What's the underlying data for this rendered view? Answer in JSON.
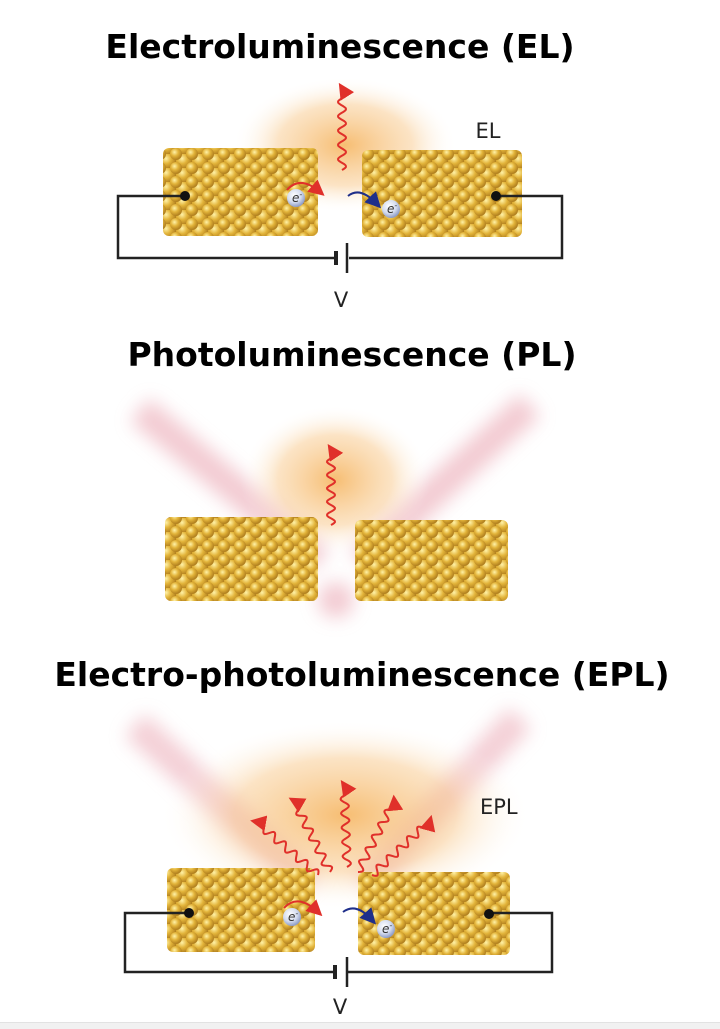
{
  "panels": [
    {
      "title": "Electroluminescence (EL)",
      "emission_label": "EL",
      "voltage_label": "V"
    },
    {
      "title": "Photoluminescence (PL)"
    },
    {
      "title": "Electro-photoluminescence (EPL)",
      "emission_label": "EPL",
      "voltage_label": "V"
    }
  ],
  "electron": {
    "symbol": "e",
    "charge": "-"
  },
  "colors": {
    "gold": "#d9a62a",
    "glow": "#f6b760",
    "photon": "#e0302a",
    "electron_arrow": "#1f2f8a",
    "beam": "#e9a0ad"
  }
}
